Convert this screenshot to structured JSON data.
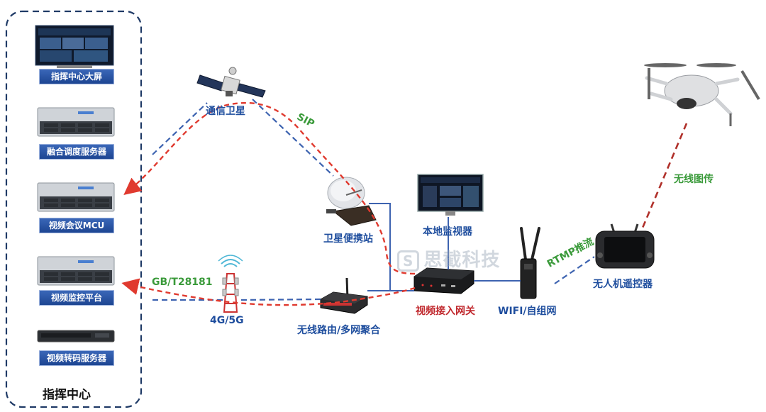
{
  "command_center": {
    "title": "指挥中心",
    "items": [
      {
        "label": "指挥中心大屏"
      },
      {
        "label": "融合调度服务器"
      },
      {
        "label": "视频会议MCU"
      },
      {
        "label": "视频监控平台"
      },
      {
        "label": "视频转码服务器"
      }
    ]
  },
  "nodes": {
    "satellite": "通信卫星",
    "sat_station": "卫星便携站",
    "tower": "4G/5G",
    "router": "无线路由/多网聚合",
    "monitor": "本地监视器",
    "gateway": "视频接入网关",
    "radio": "WIFI/自组网",
    "controller": "无人机遥控器"
  },
  "links": {
    "sip": "SIP",
    "gb": "GB/T28181",
    "rtmp": "RTMP推流",
    "wireless": "无线图传"
  },
  "watermark": {
    "logo_letter": "S",
    "text": "思截科技"
  },
  "colors": {
    "tag_bg": "#2a57a8",
    "blue_line": "#3d63b0",
    "red_line": "#e03a2f",
    "dark_red_line": "#b0302a",
    "border": "#1f3a66"
  }
}
